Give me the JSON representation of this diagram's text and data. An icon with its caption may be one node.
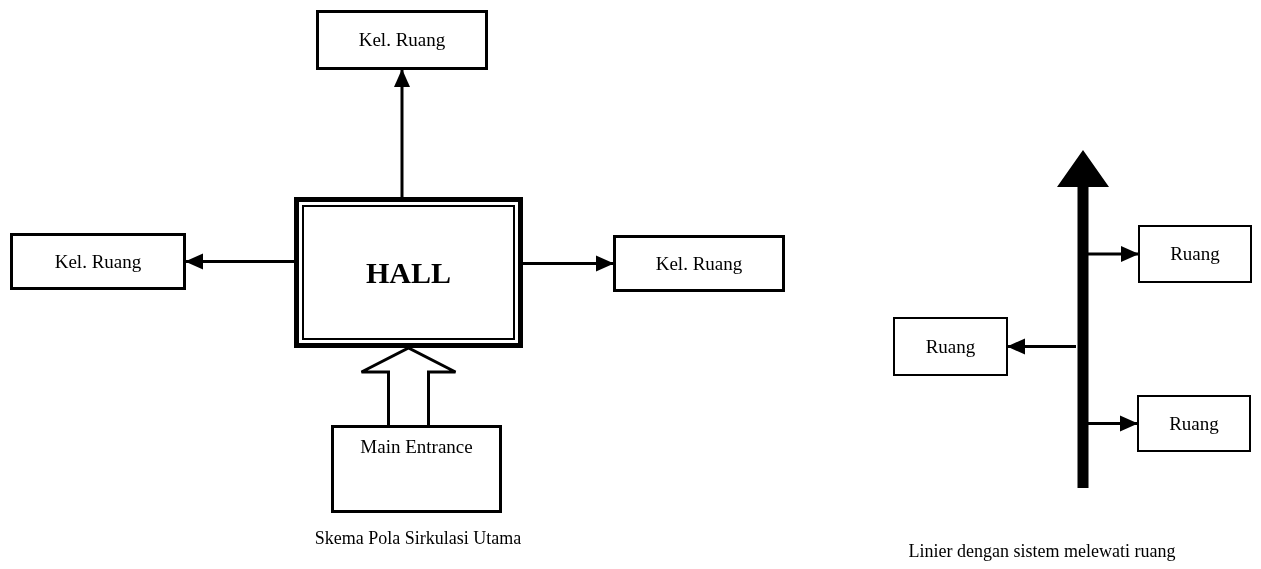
{
  "diagram": {
    "nodes": [
      {
        "text": [
          "Kel. Ruang"
        ]
      },
      {
        "text": [
          "Kel. Ruang"
        ]
      },
      {
        "text": [
          "HALL"
        ]
      },
      {
        "text": [
          "Kel. Ruang"
        ]
      },
      {
        "text": [
          "Main Entrance"
        ]
      },
      {
        "text": [],
        "shape": "bar"
      },
      {
        "text": [
          "Ruang"
        ]
      },
      {
        "text": [
          "Ruang"
        ]
      },
      {
        "text": [
          "Ruang"
        ]
      }
    ],
    "edges": [
      {
        "from": 2,
        "to": 0,
        "arrow": "to"
      },
      {
        "from": 2,
        "to": 1,
        "arrow": "to"
      },
      {
        "from": 2,
        "to": 3,
        "arrow": "to"
      },
      {
        "from": 4,
        "to": 2,
        "arrow": "to",
        "style": "thick"
      },
      {
        "from": 5,
        "to": 6,
        "arrow": "to"
      },
      {
        "from": 5,
        "to": 7,
        "arrow": "to"
      },
      {
        "from": 5,
        "to": 8,
        "arrow": "to"
      }
    ],
    "labels": [
      "Skema Pola Sirkulasi Utama",
      "Linier dengan sistem melewati ruang"
    ]
  }
}
